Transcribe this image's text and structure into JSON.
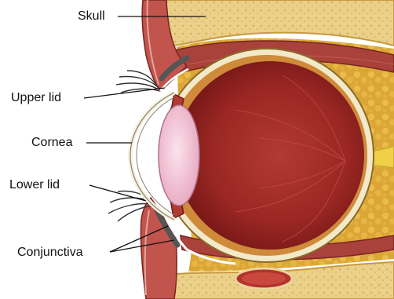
{
  "labels": {
    "skull": "Skull",
    "upper_lid": "Upper lid",
    "cornea": "Cornea",
    "lower_lid": "Lower lid",
    "conjunctiva": "Conjunctiva"
  },
  "colors": {
    "background": "#ffffff",
    "bone": "#e8cf86",
    "fat": "#d9a832",
    "muscle": "#a63530",
    "eyeball_interior": "#9c2424",
    "lens": "#f4c8d8",
    "optic_nerve": "#f0d048",
    "label_text": "#111111",
    "leader_line": "#111111"
  }
}
